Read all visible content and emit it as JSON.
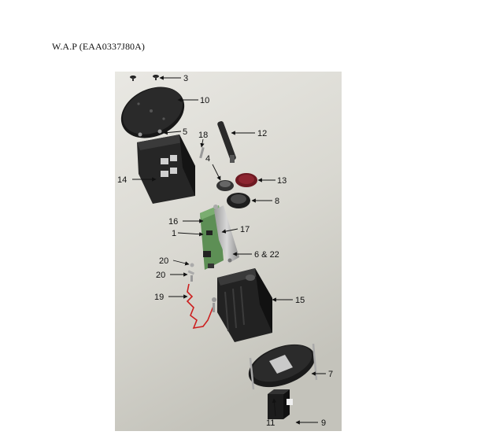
{
  "document": {
    "title": "W.A.P (EAA0337J80A)"
  },
  "diagram": {
    "callouts": [
      "3",
      "10",
      "5",
      "18",
      "12",
      "4",
      "13",
      "14",
      "8",
      "16",
      "1",
      "17",
      "20",
      "6 & 22",
      "20",
      "19",
      "15",
      "7",
      "11",
      "9"
    ]
  }
}
